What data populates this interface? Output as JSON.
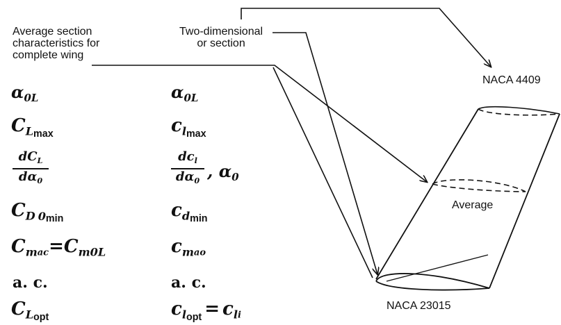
{
  "labels": {
    "avg_section": "Average section\ncharacteristics for\ncomplete wing",
    "two_dimensional": "Two-dimensional\nor section",
    "naca_tip": "NACA 4409",
    "naca_root": "NACA 23015",
    "average": "Average"
  },
  "left_column": {
    "alpha": "α",
    "alpha_sub": "0L",
    "cl_max_main": "C",
    "cl_max_sub": "L",
    "cl_max_tag": "max",
    "dcl_num_main": "dC",
    "dcl_num_sub": "L",
    "dcl_den_main": "dα",
    "dcl_den_sub": "0",
    "cd_main": "C",
    "cd_sub": "D",
    "cd_sub2": "0",
    "cd_tag": "min",
    "cm_left_main": "C",
    "cm_left_sub": "m",
    "cm_left_sub2": "ac",
    "cm_eq": "=",
    "cm_right_main": "C",
    "cm_right_sub": "m",
    "cm_right_sub2": "0L",
    "ac": "a. c.",
    "copt_main": "C",
    "copt_sub": "L",
    "copt_tag": "opt"
  },
  "right_column": {
    "alpha": "α",
    "alpha_sub": "0L",
    "cl_main": "c",
    "cl_sub": "l",
    "cl_tag": "max",
    "dcl_num_main": "dc",
    "dcl_num_sub": "l",
    "dcl_den_main": "dα",
    "dcl_den_sub": "0",
    "dcl_after": ", α",
    "dcl_after_sub": "0",
    "cd_main": "c",
    "cd_sub": "d",
    "cd_tag": "min",
    "cm_main": "c",
    "cm_sub": "m",
    "cm_sub2": "ao",
    "ac": "a. c.",
    "copt_main": "c",
    "copt_sub": "l",
    "copt_tag": "opt",
    "copt_eq": "=",
    "ci_main": "c",
    "ci_sub": "l",
    "ci_sub2": "i"
  }
}
